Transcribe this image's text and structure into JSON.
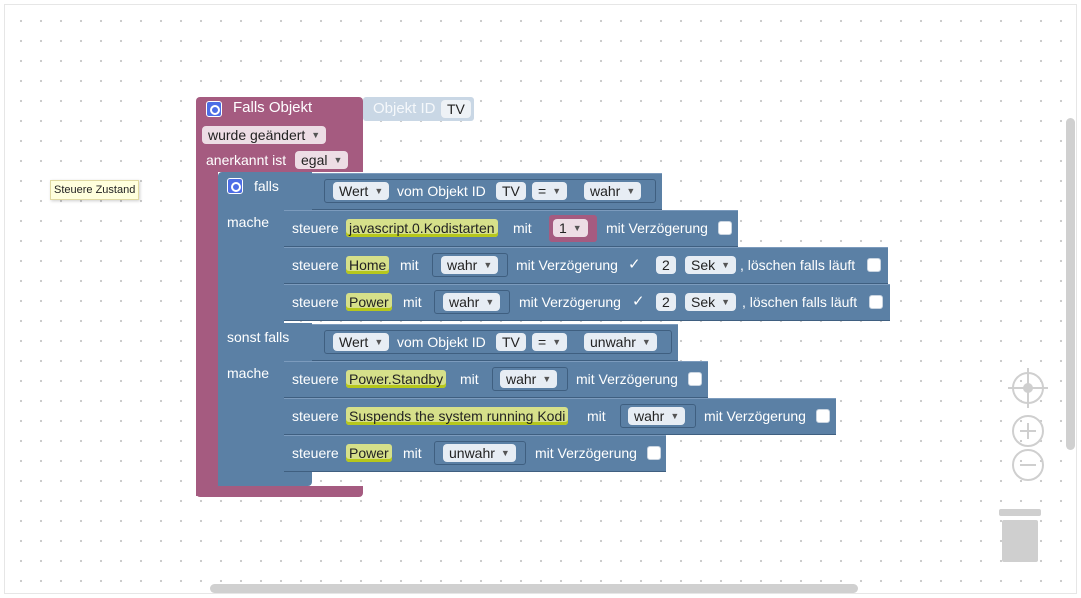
{
  "comment_tooltip": "Steuere Zustand",
  "event_block": {
    "title": "Falls Objekt",
    "object_id_label": "Objekt ID",
    "object_id_value": "TV",
    "trigger_value": "wurde geändert",
    "ack_label": "anerkannt ist",
    "ack_value": "egal"
  },
  "if_block": {
    "if_label": "falls",
    "do_label": "mache",
    "elseif_label": "sonst falls",
    "do2_label": "mache"
  },
  "labels": {
    "steuere": "steuere",
    "mit": "mit",
    "mit_verzoegerung": "mit Verzögerung",
    "loeschen": ", löschen falls läuft",
    "vom_objekt_id": "vom Objekt ID",
    "equals": "="
  },
  "condition1": {
    "prop": "Wert",
    "object": "TV",
    "op": "=",
    "value": "wahr"
  },
  "condition2": {
    "prop": "Wert",
    "object": "TV",
    "op": "=",
    "value": "unwahr"
  },
  "rows": [
    {
      "target": "javascript.0.Kodistarten",
      "value": "1",
      "checked": false
    },
    {
      "target": "Home",
      "value": "wahr",
      "checked": true,
      "delay": "2",
      "unit": "Sek"
    },
    {
      "target": "Power",
      "value": "wahr",
      "checked": true,
      "delay": "2",
      "unit": "Sek"
    },
    {
      "target": "Power.Standby",
      "value": "wahr",
      "checked": false
    },
    {
      "target": "Suspends the system running Kodi",
      "value": "wahr",
      "checked": false
    },
    {
      "target": "Power",
      "value": "unwahr",
      "checked": false
    }
  ],
  "colors": {
    "event_block": "#a55b80",
    "logic_block": "#5b80a5",
    "highlight": "#d6e08a"
  },
  "icons": {
    "settings": "gear-icon",
    "center": "crosshair-icon",
    "zoom_in": "plus-icon",
    "zoom_out": "minus-icon",
    "trash": "trash-icon"
  }
}
